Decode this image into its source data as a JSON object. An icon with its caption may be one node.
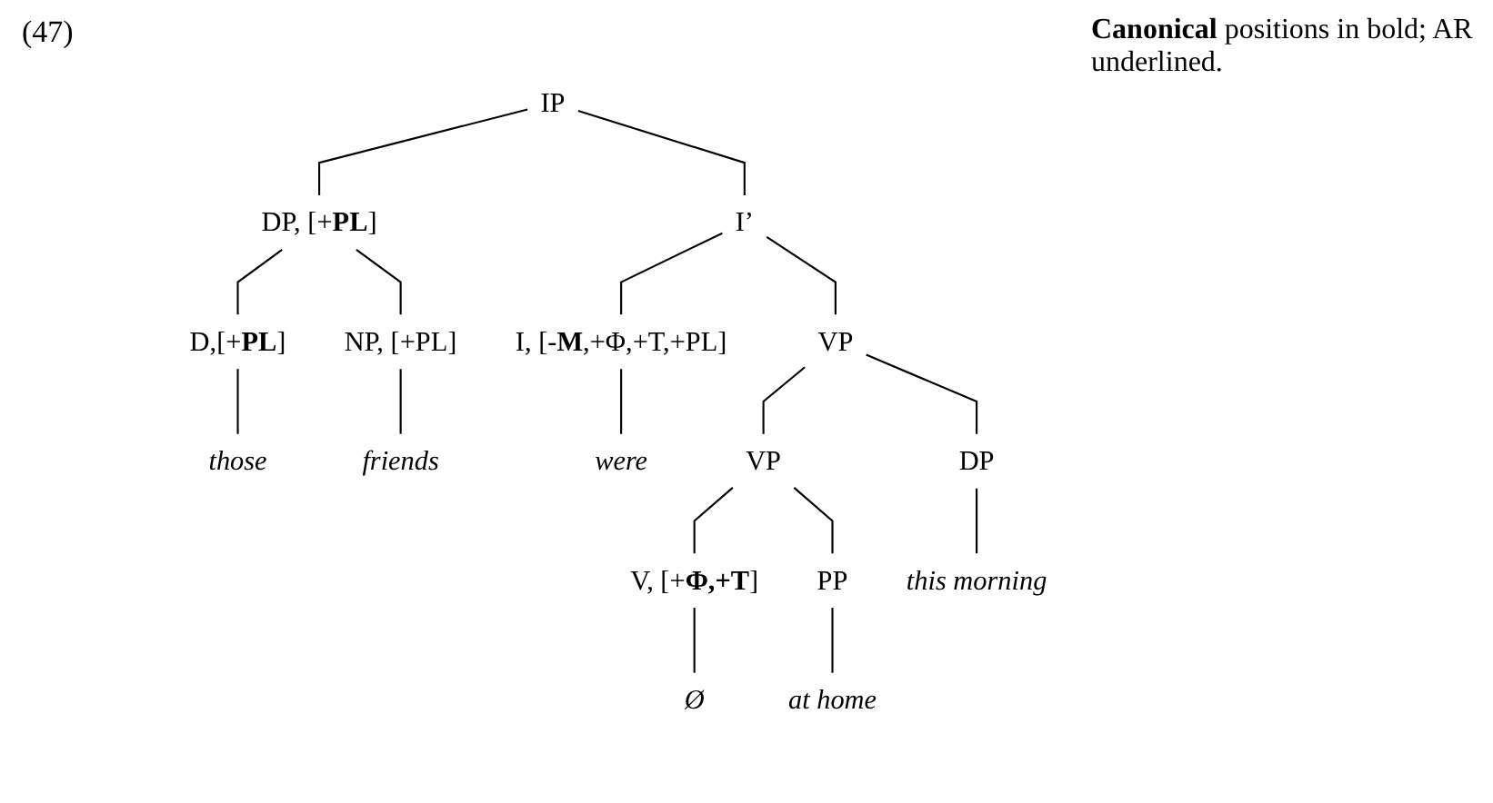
{
  "diagram": {
    "nodes": [
      {
        "text": [
          "IP"
        ]
      },
      {
        "text": [
          "DP, [+**PL**]"
        ]
      },
      {
        "text": [
          "I’"
        ]
      },
      {
        "text": [
          "D,[+**PL**]"
        ]
      },
      {
        "text": [
          "NP, [+PL]"
        ]
      },
      {
        "text": [
          "I, [-**M**,+Φ,+T,+PL]"
        ]
      },
      {
        "text": [
          "VP"
        ]
      },
      {
        "text": [
          "those"
        ]
      },
      {
        "text": [
          "friends"
        ]
      },
      {
        "text": [
          "were"
        ]
      },
      {
        "text": [
          "VP"
        ]
      },
      {
        "text": [
          "DP"
        ]
      },
      {
        "text": [
          "V, [+**Φ,+T**]"
        ]
      },
      {
        "text": [
          "PP"
        ]
      },
      {
        "text": [
          "this morning"
        ]
      },
      {
        "text": [
          "Ø"
        ]
      },
      {
        "text": [
          "at home"
        ]
      }
    ],
    "edges": [
      {
        "from": 0,
        "to": 1,
        "arrow": "none"
      },
      {
        "from": 0,
        "to": 2,
        "arrow": "none"
      },
      {
        "from": 1,
        "to": 3,
        "arrow": "none"
      },
      {
        "from": 1,
        "to": 4,
        "arrow": "none"
      },
      {
        "from": 2,
        "to": 5,
        "arrow": "none"
      },
      {
        "from": 2,
        "to": 6,
        "arrow": "none"
      },
      {
        "from": 3,
        "to": 7,
        "arrow": "none"
      },
      {
        "from": 4,
        "to": 8,
        "arrow": "none"
      },
      {
        "from": 5,
        "to": 9,
        "arrow": "none"
      },
      {
        "from": 6,
        "to": 10,
        "arrow": "none"
      },
      {
        "from": 6,
        "to": 11,
        "arrow": "none"
      },
      {
        "from": 10,
        "to": 12,
        "arrow": "none"
      },
      {
        "from": 10,
        "to": 13,
        "arrow": "none"
      },
      {
        "from": 11,
        "to": 14,
        "arrow": "none"
      },
      {
        "from": 12,
        "to": 15,
        "arrow": "none"
      },
      {
        "from": 13,
        "to": 16,
        "arrow": "none"
      }
    ],
    "labels": [
      "(47)",
      "**Canonical** positions in bold; AR underlined."
    ]
  }
}
